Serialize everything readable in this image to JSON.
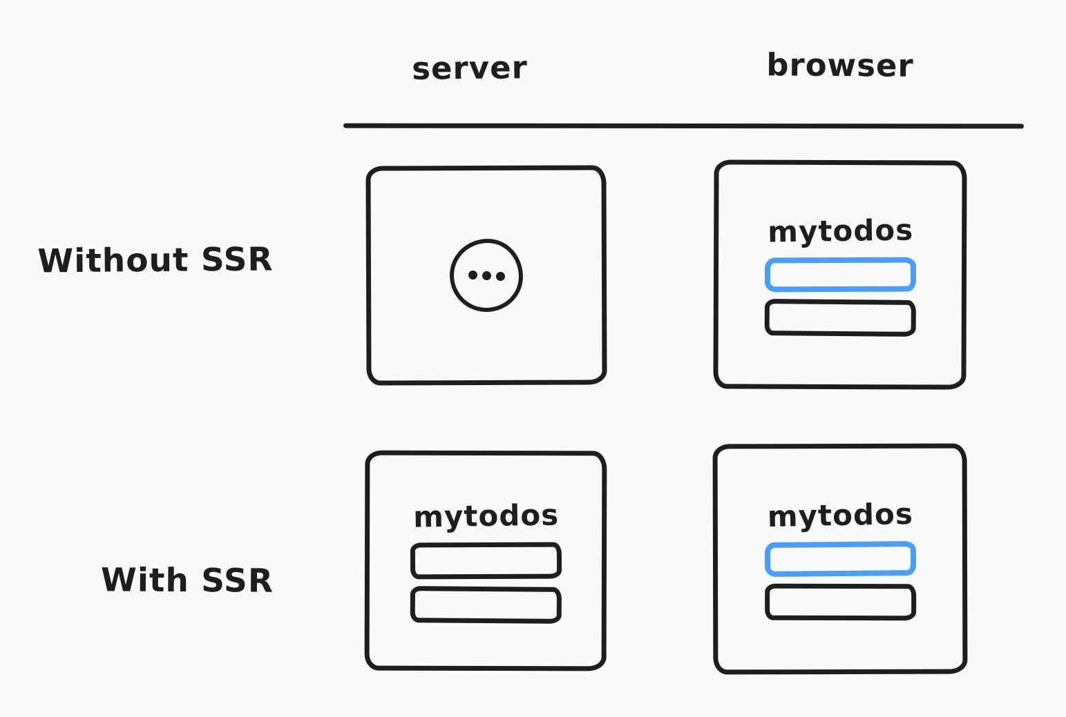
{
  "colors": {
    "background": "#f8f9fb",
    "ink": "#1e1e1e",
    "accent": "#4d9ef2"
  },
  "columns": [
    {
      "label": "server"
    },
    {
      "label": "browser"
    }
  ],
  "rows": [
    {
      "label": "Without SSR",
      "cells": [
        {
          "type": "loading-spinner",
          "icon": "ellipsis-circle-icon"
        },
        {
          "type": "app-window",
          "title": "mytodos",
          "items": [
            {
              "style": "highlighted-blue"
            },
            {
              "style": "default-black"
            }
          ]
        }
      ]
    },
    {
      "label": "With SSR",
      "cells": [
        {
          "type": "app-window",
          "title": "mytodos",
          "items": [
            {
              "style": "default-black"
            },
            {
              "style": "default-black"
            }
          ]
        },
        {
          "type": "app-window",
          "title": "mytodos",
          "items": [
            {
              "style": "highlighted-blue"
            },
            {
              "style": "default-black"
            }
          ]
        }
      ]
    }
  ]
}
